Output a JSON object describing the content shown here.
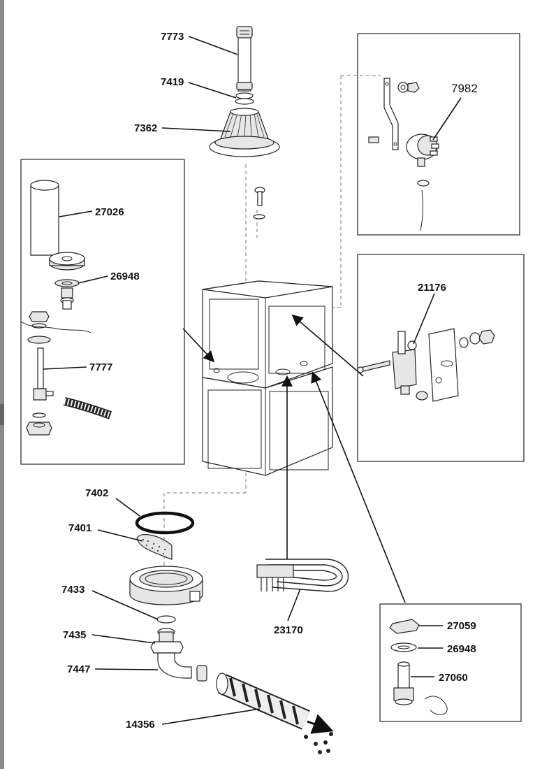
{
  "parts": {
    "p7773": "7773",
    "p7419": "7419",
    "p7362": "7362",
    "p27026": "27026",
    "p26948a": "26948",
    "p7777": "7777",
    "p7982": "7982",
    "p21176": "21176",
    "p7402": "7402",
    "p7401": "7401",
    "p7433": "7433",
    "p7435": "7435",
    "p7447": "7447",
    "p14356": "14356",
    "p23170": "23170",
    "p27059": "27059",
    "p26948b": "26948",
    "p27060": "27060"
  },
  "colors": {
    "ink": "#222222",
    "paper": "#ffffff",
    "shade": "#e6e6e6",
    "edge_bar": "#8a8a8a"
  }
}
